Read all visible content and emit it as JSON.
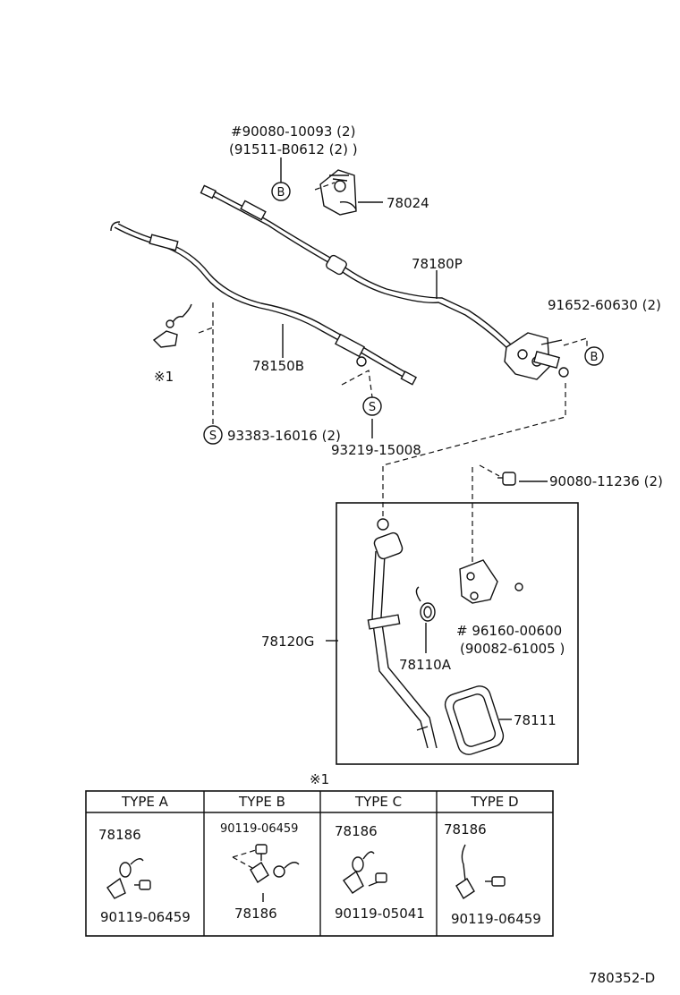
{
  "parts": {
    "bolt_note_1": "#90080-10093 (2)",
    "bolt_note_2": "(91511-B0612 (2) )",
    "bracket": "78024",
    "cable_p": "78180P",
    "nut": "91652-60630 (2)",
    "cable_b": "78150B",
    "note_mark": "※1",
    "clip_s1": "93383-16016 (2)",
    "clip_s2": "93219-15008",
    "bolt_pedal": "90080-11236 (2)",
    "pedal_lever": "78120G",
    "spring": "78110A",
    "bushing_1": "# 96160-00600",
    "bushing_2": "(90082-61005 )",
    "pad": "78111"
  },
  "symbols": {
    "b": "B",
    "s": "S"
  },
  "table": {
    "note_mark": "※1",
    "headers": [
      "TYPE A",
      "TYPE B",
      "TYPE C",
      "TYPE D"
    ],
    "type_a": {
      "spring": "78186",
      "screw": "90119-06459"
    },
    "type_b": {
      "screw": "90119-06459",
      "spring": "78186"
    },
    "type_c": {
      "spring": "78186",
      "screw": "90119-05041"
    },
    "type_d": {
      "spring": "78186",
      "screw": "90119-06459"
    }
  },
  "figure_code": "780352-D"
}
